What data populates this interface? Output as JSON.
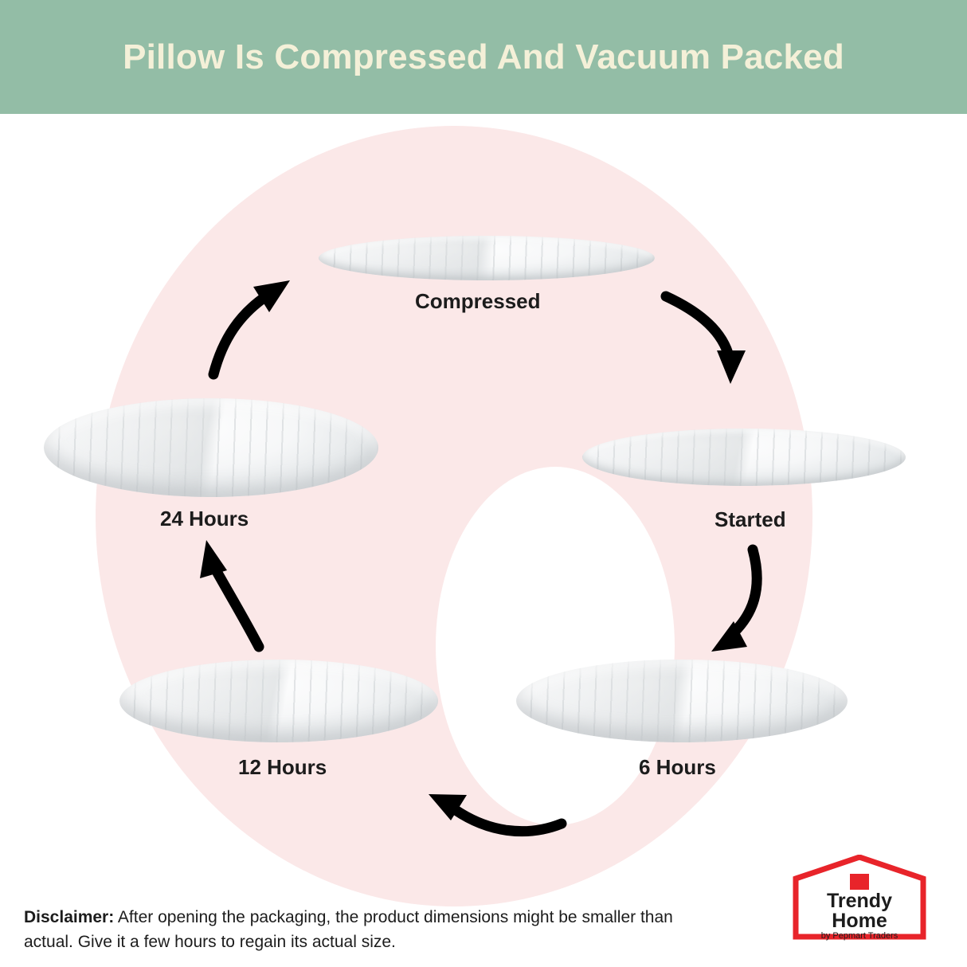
{
  "header": {
    "title": "Pillow Is Compressed And Vacuum Packed",
    "bg_color": "#93bda6",
    "text_color": "#f4f0d8"
  },
  "diagram": {
    "type": "cycle",
    "ring_color": "#fbe8e8",
    "stages": [
      {
        "id": "compressed",
        "label": "Compressed"
      },
      {
        "id": "started",
        "label": "Started"
      },
      {
        "id": "6-hours",
        "label": "6 Hours"
      },
      {
        "id": "12-hours",
        "label": "12 Hours"
      },
      {
        "id": "24-hours",
        "label": "24 Hours"
      }
    ],
    "arrows": [
      {
        "from": "compressed",
        "to": "started"
      },
      {
        "from": "started",
        "to": "6-hours"
      },
      {
        "from": "6-hours",
        "to": "12-hours"
      },
      {
        "from": "12-hours",
        "to": "24-hours"
      },
      {
        "from": "24-hours",
        "to": "compressed"
      }
    ]
  },
  "disclaimer": {
    "label": "Disclaimer:",
    "text": " After opening the packaging, the product dimensions might be smaller than actual. Give it a few hours to regain its actual size."
  },
  "logo": {
    "name_line1": "Trendy",
    "name_line2": "Home",
    "tagline": "by Pepmart Traders",
    "accent_color": "#e8242a"
  }
}
